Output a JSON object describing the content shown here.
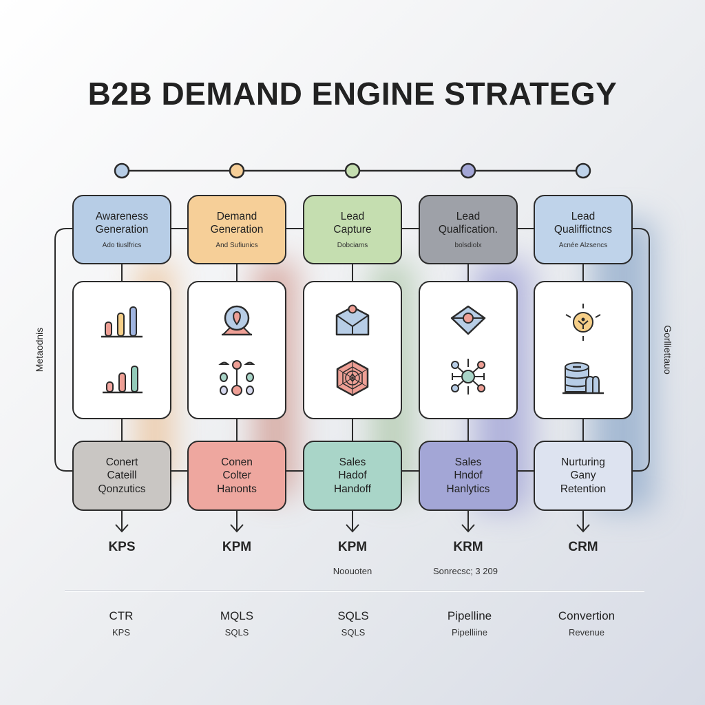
{
  "title": "B2B DEMAND ENGINE STRATEGY",
  "colors": {
    "stroke": "#2b2b2b",
    "blue": "#b7cde6",
    "orange": "#f6cf98",
    "green": "#c5deb0",
    "gray": "#9ea1a8",
    "lightblue": "#bfd3ea",
    "taupe": "#c9c6c3",
    "salmon": "#eea79f",
    "mint": "#a9d5c8",
    "periwinkle": "#a3a6d6",
    "paleblue": "#dde3f0"
  },
  "timeline": {
    "nodes": [
      "blue",
      "orange",
      "green",
      "periwinkle",
      "lightblue"
    ]
  },
  "side_labels": {
    "left": "Metaodnis",
    "right": "Gorlliettauo"
  },
  "columns": [
    {
      "top": {
        "title_line1": "Awareness",
        "title_line2": "Generation",
        "subtitle": "Ado tiuslfrics",
        "color": "blue"
      },
      "icons": [
        "bar-chart-icon",
        "bar-chart-icon"
      ],
      "bottom": {
        "line1": "Conert",
        "line2": "Cateill",
        "line3": "Qonzutics",
        "color": "taupe"
      },
      "kpi": "KPS",
      "note": "",
      "metric": {
        "primary": "CTR",
        "secondary": "KPS"
      }
    },
    {
      "top": {
        "title_line1": "Demand",
        "title_line2": "Generation",
        "subtitle": "And Sufiunics",
        "color": "orange"
      },
      "icons": [
        "webcam-icon",
        "node-grid-icon"
      ],
      "bottom": {
        "line1": "Conen",
        "line2": "Colter",
        "line3": "Hanonts",
        "color": "salmon"
      },
      "kpi": "KPM",
      "note": "",
      "metric": {
        "primary": "MQLS",
        "secondary": "SQLS"
      }
    },
    {
      "top": {
        "title_line1": "Lead",
        "title_line2": "Capture",
        "subtitle": "Dobciams",
        "color": "green"
      },
      "icons": [
        "envelope-icon",
        "hexagon-target-icon"
      ],
      "bottom": {
        "line1": "Sales",
        "line2": "Hadof",
        "line3": "Handoff",
        "color": "mint"
      },
      "kpi": "KPM",
      "note": "Noouoten",
      "metric": {
        "primary": "SQLS",
        "secondary": "SQLS"
      }
    },
    {
      "top": {
        "title_line1": "Lead",
        "title_line2": "Qualfication.",
        "subtitle": "bolsdiolx",
        "color": "gray"
      },
      "icons": [
        "diamond-tag-icon",
        "network-hub-icon"
      ],
      "bottom": {
        "line1": "Sales",
        "line2": "Hndof",
        "line3": "Hanlytics",
        "color": "periwinkle"
      },
      "kpi": "KRM",
      "note": "Sonrecsc; 3 209",
      "metric": {
        "primary": "Pipelline",
        "secondary": "Pipelliine"
      }
    },
    {
      "top": {
        "title_line1": "Lead",
        "title_line2": "Qualiffictncs",
        "subtitle": "Acnée Alzsencs",
        "color": "lightblue"
      },
      "icons": [
        "sun-person-icon",
        "database-icon"
      ],
      "bottom": {
        "line1": "Nurturing",
        "line2": "Gany",
        "line3": "Retention",
        "color": "paleblue"
      },
      "kpi": "CRM",
      "note": "",
      "metric": {
        "primary": "Convertion",
        "secondary": "Revenue"
      }
    }
  ]
}
